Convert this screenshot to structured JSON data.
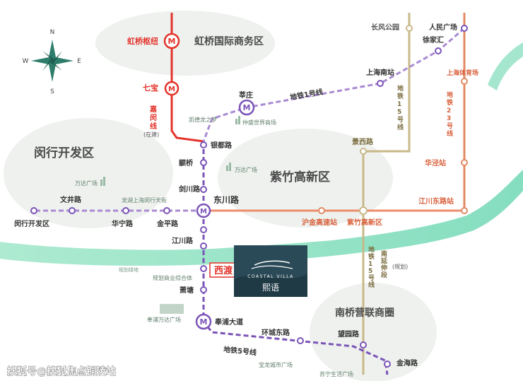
{
  "colors": {
    "river": "#8fe0c3",
    "line1": "#a98bd2",
    "line5": "#7b54b8",
    "line15": "#c9b98a",
    "line23": "#e08a64",
    "jiamin": "#e3342b",
    "orange": "#ec8d6b",
    "district_fill": "#eef1ee",
    "station_text": "#333333",
    "red_text": "#e3342b",
    "orange_text": "#d9603b",
    "poi_text": "#7a9a86"
  },
  "compass": {
    "n": "N",
    "s": "S",
    "e": "E",
    "w": "W"
  },
  "districts": {
    "hongqiao": "虹桥国际商务区",
    "minhang": "闵行开发区",
    "zizhu": "紫竹高新区",
    "nanqiao": "南桥营联商圈"
  },
  "stations": {
    "hongqiao_hub": "虹桥枢纽",
    "qibao": "七宝",
    "xinzhuang": "莘庄",
    "yindu": "银都路",
    "yinqiao": "颛桥",
    "jianchuan": "剑川路",
    "dongchuan": "东川路",
    "jinping": "金平路",
    "huaning": "华宁路",
    "wenjing": "文井路",
    "minhang_kfq": "闵行开发区",
    "jiangchuan": "江川路",
    "xidu": "西渡",
    "xiaotang": "萧塘",
    "fengpu": "奉浦大道",
    "huancheng": "环城东路",
    "wangyuan": "望园路",
    "jinhai": "金海路",
    "changfeng": "长风公园",
    "renmin": "人民广场",
    "xujiahui": "徐家汇",
    "shanghai_south": "上海南站",
    "shanghai_stadium": "上海体育场",
    "jingxi": "景西路",
    "huajing": "华泾站",
    "jiangchuan_east": "江川东路站",
    "hujin": "沪金高速站",
    "zizhu_hq": "紫竹高新区"
  },
  "lines": {
    "jiamin_v": "嘉闵线",
    "jiamin_note": "(在建)",
    "line1": "地铁1号线",
    "line15": "地铁15号线",
    "line23": "地铁23号线",
    "line5": "地铁5号线",
    "line15_ext": "南延伸段",
    "line15_ext_note": "(规划)"
  },
  "pois": {
    "kaide": "凯德龙之梦",
    "zhongsheng": "仲盛世界商场",
    "wanda_zizhu": "万达广场",
    "wanda_minhang": "万达广场",
    "longhu": "龙湖上海闵行天街",
    "guihua_zone": "规划商业综合体",
    "guihua_green": "规划绿地",
    "fengxian_wanda": "奉浦万达广场",
    "baolong": "宝龙城市广场",
    "suning": "苏宁生活广场"
  },
  "project": {
    "brand_en": "COASTAL VILLA",
    "brand_cn": "熙语"
  },
  "watermark": "搜狐号@搜狐焦点铜陵站"
}
